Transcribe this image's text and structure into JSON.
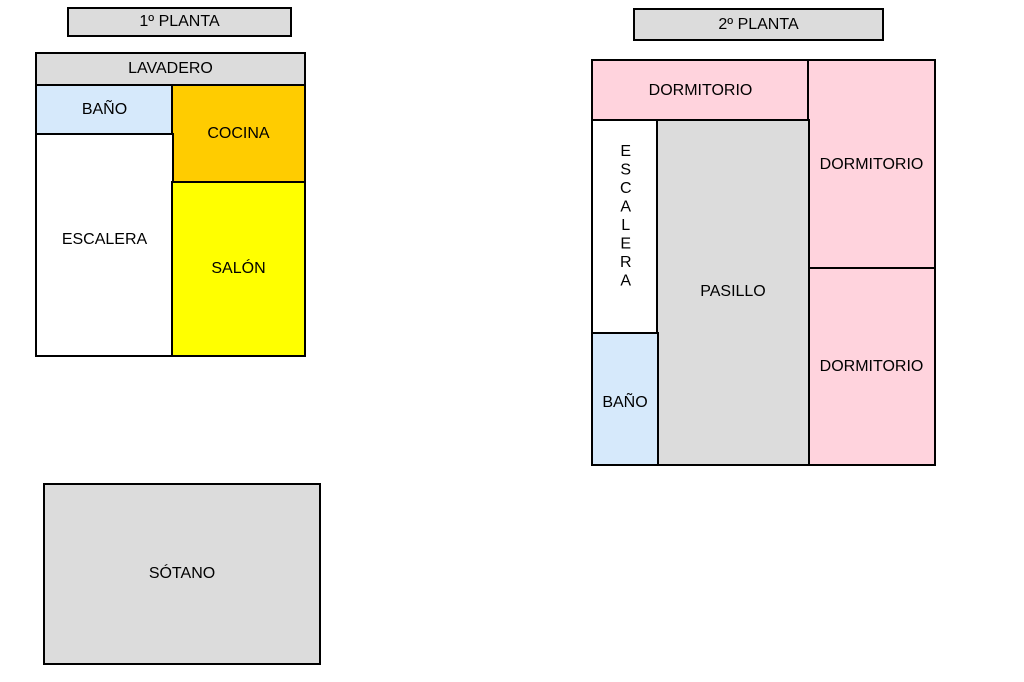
{
  "colors": {
    "grey": "#dcdcdc",
    "light_blue": "#d6e9fb",
    "orange": "#ffcc00",
    "yellow": "#ffff00",
    "pink": "#ffd3dd",
    "white": "#ffffff",
    "outline": "#000000"
  },
  "floor1": {
    "title": "1º PLANTA",
    "rooms": {
      "lavadero": "LAVADERO",
      "bano": "BAÑO",
      "cocina": "COCINA",
      "escalera": "ESCALERA",
      "salon": "SALÓN"
    }
  },
  "floor2": {
    "title": "2º PLANTA",
    "rooms": {
      "dormitorio_top": "DORMITORIO",
      "dormitorio_right_top": "DORMITORIO",
      "dormitorio_right_bottom": "DORMITORIO",
      "escalera": "ESCALERA",
      "pasillo": "PASILLO",
      "bano": "BAÑO"
    }
  },
  "basement": {
    "label": "SÓTANO"
  }
}
